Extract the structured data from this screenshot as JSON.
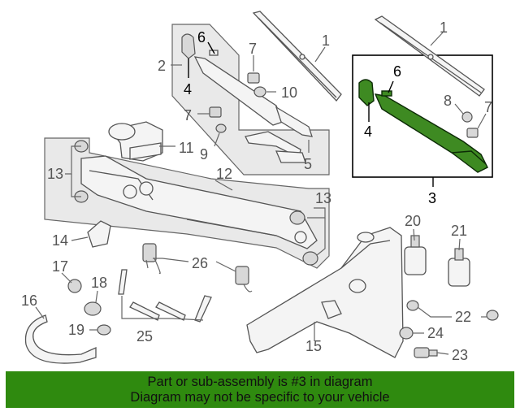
{
  "callouts": {
    "c1a": "1",
    "c1b": "1",
    "c2": "2",
    "c3": "3",
    "c4a": "4",
    "c4b": "4",
    "c5": "5",
    "c6a": "6",
    "c6b": "6",
    "c7a": "7",
    "c7b": "7",
    "c7c": "7",
    "c8": "8",
    "c9": "9",
    "c10": "10",
    "c11": "11",
    "c12": "12",
    "c13a": "13",
    "c13b": "13",
    "c14": "14",
    "c15": "15",
    "c16": "16",
    "c17": "17",
    "c18": "18",
    "c19": "19",
    "c20": "20",
    "c21": "21",
    "c22": "22",
    "c23": "23",
    "c24": "24",
    "c25": "25",
    "c26": "26"
  },
  "notice": {
    "line1": "Part or sub-assembly is #3 in diagram",
    "line2": "Diagram may not be specific to your vehicle"
  },
  "colors": {
    "highlight_part": "#3e8a22",
    "notice_background": "#2f8a0f",
    "panel_background": "#e9e9e9"
  }
}
